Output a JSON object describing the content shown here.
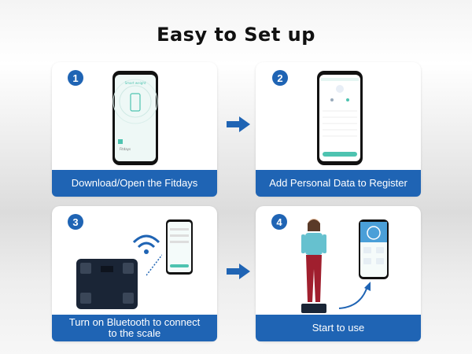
{
  "title": "Easy to Set up",
  "steps": [
    {
      "number": "1",
      "label": "Download/Open the Fitdays"
    },
    {
      "number": "2",
      "label": "Add Personal Data to Register"
    },
    {
      "number": "3",
      "label_line1": "Turn on Bluetooth to connect",
      "label_line2": "to the scale"
    },
    {
      "number": "4",
      "label": "Start to use"
    }
  ],
  "colors": {
    "accent": "#1f64b4",
    "teal": "#4ec3b0"
  },
  "icons": [
    "phone-icon",
    "scale-icon",
    "bluetooth-wifi-icon",
    "person-icon",
    "curved-arrow-icon",
    "right-arrow-icon"
  ]
}
